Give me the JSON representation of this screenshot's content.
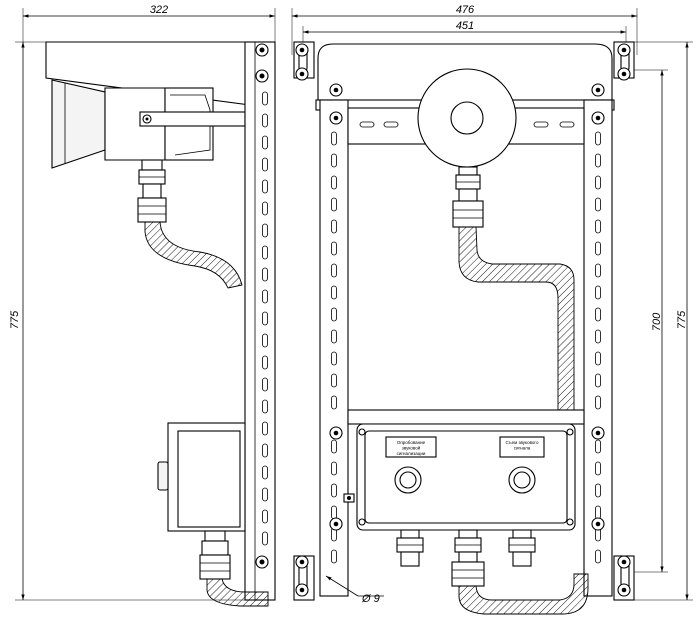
{
  "dimensions": {
    "side_width": "322",
    "side_height": "775",
    "front_total_width": "476",
    "front_inner_width": "451",
    "front_mount_spacing": "700",
    "front_total_height": "775",
    "hole_diameter": "Ø 9"
  },
  "control_box": {
    "left_label": "Опробование звуковой сигнализации",
    "right_label": "Съем звукового сигнала"
  }
}
